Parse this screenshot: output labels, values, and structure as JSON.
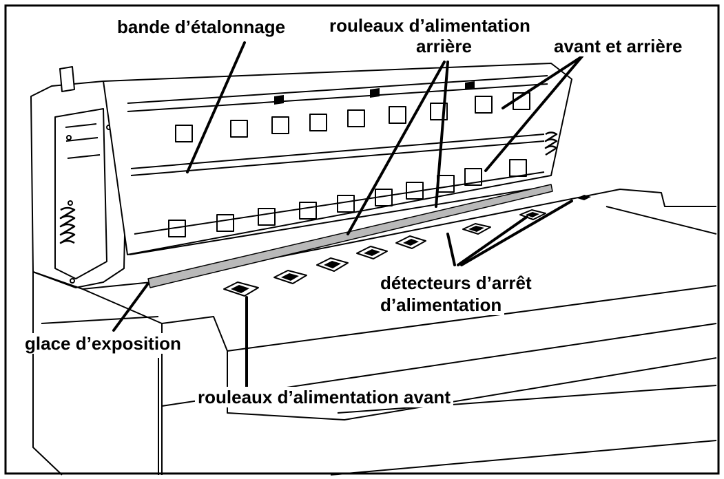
{
  "labels": {
    "calibration_strip": "bande d’étalonnage",
    "rear_rollers_line1": "rouleaux d’alimentation",
    "rear_rollers_line2": "arrière",
    "front_rear": "avant et arrière",
    "detectors_line1": "détecteurs d’arrêt",
    "detectors_line2": "d’alimentation",
    "exposure_glass": "glace d’exposition",
    "front_rollers": "rouleaux d’alimentation avant"
  },
  "colors": {
    "ink": "#000000",
    "paper": "#ffffff",
    "calibration_strip_fill": "#b9b9b9"
  }
}
